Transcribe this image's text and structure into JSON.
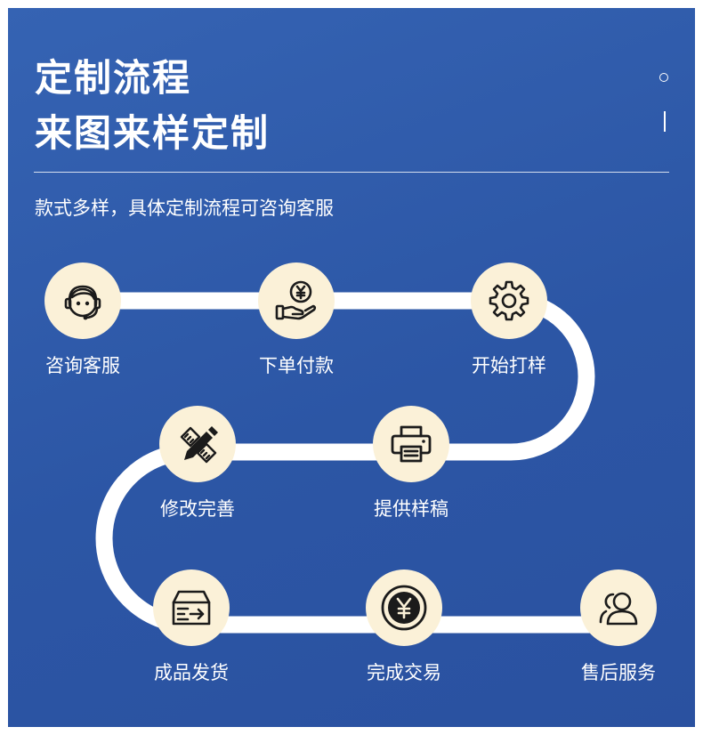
{
  "header": {
    "title_line1": "定制流程",
    "title_line2": "来图来样定制",
    "subtitle": "款式多样，具体定制流程可咨询客服"
  },
  "colors": {
    "background": "#2c56a5",
    "circle_fill": "#fbf1d8",
    "icon_stroke": "#1b1b1b",
    "path": "#ffffff"
  },
  "steps": [
    {
      "label": "咨询客服",
      "icon": "customer-service-icon"
    },
    {
      "label": "下单付款",
      "icon": "payment-icon"
    },
    {
      "label": "开始打样",
      "icon": "gear-icon"
    },
    {
      "label": "提供样稿",
      "icon": "printer-icon"
    },
    {
      "label": "修改完善",
      "icon": "edit-pencil-icon"
    },
    {
      "label": "成品发货",
      "icon": "package-icon"
    },
    {
      "label": "完成交易",
      "icon": "yen-coin-icon"
    },
    {
      "label": "售后服务",
      "icon": "users-icon"
    }
  ]
}
